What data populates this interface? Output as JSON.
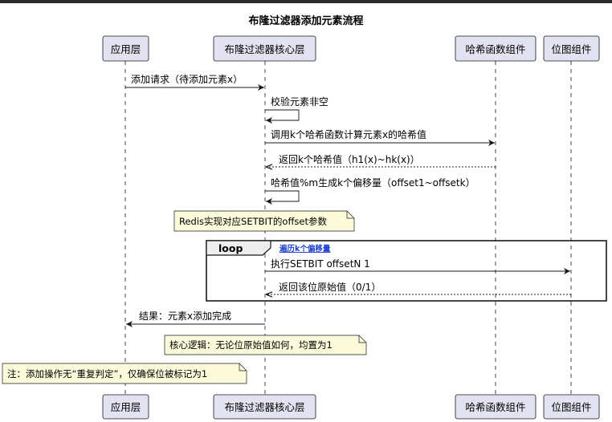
{
  "title": "布隆过滤器添加元素流程",
  "participants": {
    "app": "应用层",
    "core": "布隆过滤器核心层",
    "hash": "哈希函数组件",
    "bitmap": "位图组件"
  },
  "messages": {
    "m1": "添加请求（待添加元素x）",
    "m2": "校验元素非空",
    "m3": "调用k个哈希函数计算元素x的哈希值",
    "m4": "返回k个哈希值（h1(x)~hk(x)）",
    "m5": "哈希值%m生成k个偏移量（offset1~offsetk）",
    "m6": "执行SETBIT offsetN 1",
    "m7": "返回该位原始值（0/1）",
    "m8": "结果：元素x添加完成"
  },
  "notes": {
    "n1": "Redis实现对应SETBIT的offset参数",
    "n2": "核心逻辑：无论位原始值如何，均置为1",
    "n3": "注：添加操作无“重复判定”，仅确保位被标记为1"
  },
  "loop": {
    "label": "loop",
    "condition": "遍历k个偏移量"
  },
  "colors": {
    "participant_fill": "#e2e2f0",
    "participant_border": "#181818",
    "note_fill": "#fbfbdb",
    "loop_condition": "#1a3fcf"
  }
}
